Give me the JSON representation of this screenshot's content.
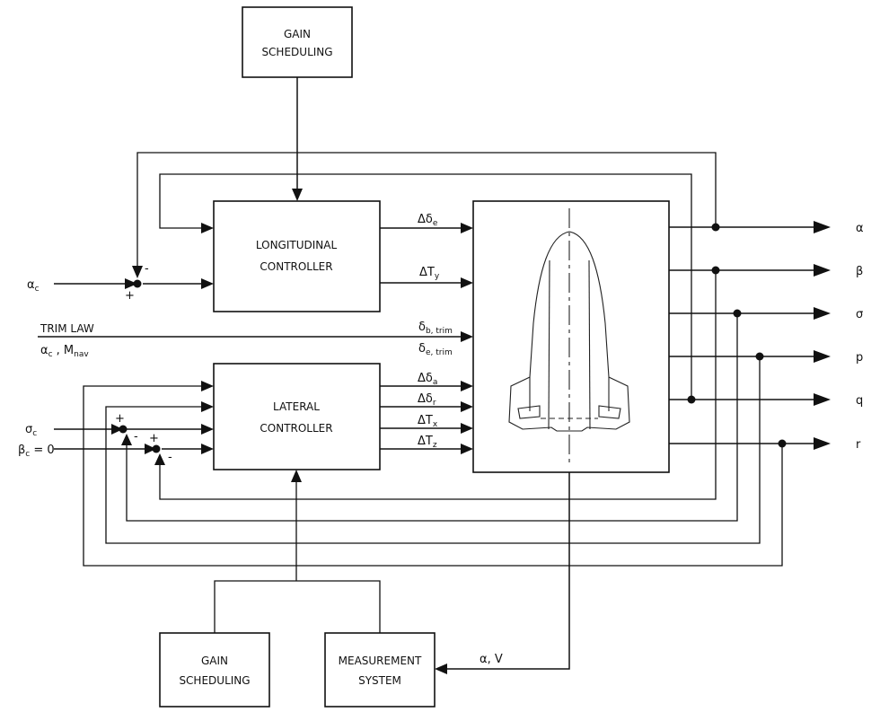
{
  "blocks": {
    "gain_scheduling_top": [
      "GAIN",
      "SCHEDULING"
    ],
    "longitudinal_controller": [
      "LONGITUDINAL",
      "CONTROLLER"
    ],
    "lateral_controller": [
      "LATERAL",
      "CONTROLLER"
    ],
    "gain_scheduling_bottom": [
      "GAIN",
      "SCHEDULING"
    ],
    "measurement_system": [
      "MEASUREMENT",
      "SYSTEM"
    ]
  },
  "inputs": {
    "alpha_c": {
      "main": "α",
      "sub": "c"
    },
    "sigma_c": {
      "main": "σ",
      "sub": "c"
    },
    "beta_c": {
      "main": "β",
      "sub": "c",
      "suffix": " = 0"
    },
    "trim_law": "TRIM LAW",
    "trim_law_inputs": {
      "a": "α",
      "a_sub": "c",
      "sep": " , M",
      "m_sub": "nav"
    }
  },
  "controls": {
    "delta_delta_e": {
      "main": "Δδ",
      "sub": "e"
    },
    "delta_T_y": {
      "main": "ΔT",
      "sub": "y"
    },
    "delta_b_trim": {
      "main": "δ",
      "sub": "b, trim"
    },
    "delta_e_trim": {
      "main": "δ",
      "sub": "e, trim"
    },
    "delta_delta_a": {
      "main": "Δδ",
      "sub": "a"
    },
    "delta_delta_r": {
      "main": "Δδ",
      "sub": "r"
    },
    "delta_T_x": {
      "main": "ΔT",
      "sub": "x"
    },
    "delta_T_z": {
      "main": "ΔT",
      "sub": "z"
    }
  },
  "outputs": [
    "α",
    "β",
    "σ",
    "p",
    "q",
    "r"
  ],
  "feedback_label": "α, V",
  "summing_signs": {
    "alpha_minus": "-",
    "alpha_plus": "+",
    "sigma_plus": "+",
    "sigma_minus": "-",
    "beta_plus": "+",
    "beta_minus": "-"
  }
}
